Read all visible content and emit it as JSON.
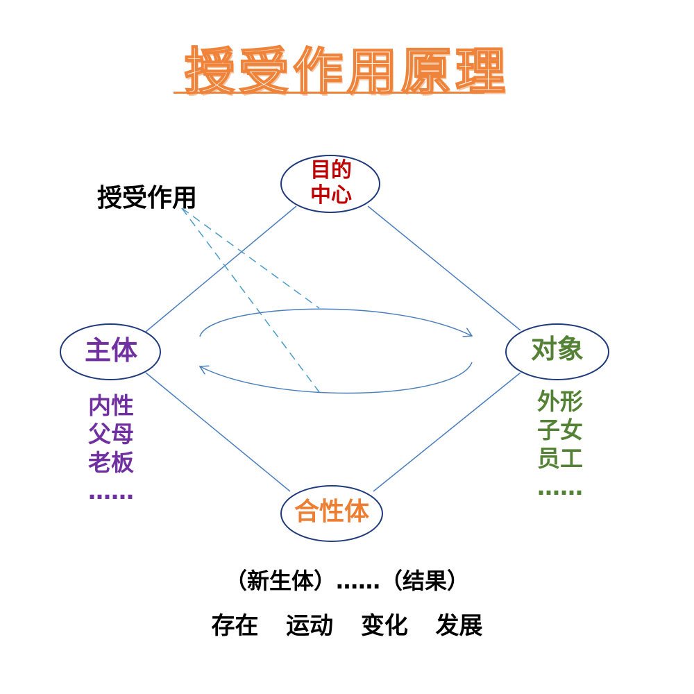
{
  "title": "授受作用原理",
  "nodes": {
    "center": "目的\n中心",
    "subject": "主体",
    "object": "对象",
    "union": "合性体"
  },
  "interaction_label": "授受作用",
  "subject_list": [
    "内性",
    "父母",
    "老板",
    "……"
  ],
  "object_list": [
    "外形",
    "子女",
    "员工",
    "……"
  ],
  "result_line": "（新生体）……（结果）",
  "states_line": "存在  运动  变化  发展",
  "colors": {
    "title_outline": "#f0833a",
    "center": "#c00000",
    "subject": "#7030a0",
    "object": "#548235",
    "union": "#ed7d31",
    "lines": "#4a7ebb",
    "ellipse_border": "#1f3a7a"
  }
}
